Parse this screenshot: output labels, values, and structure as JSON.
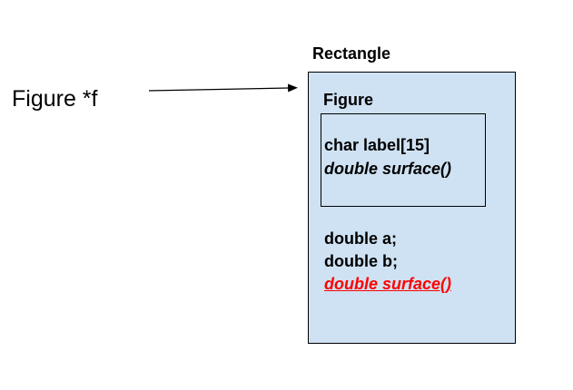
{
  "pointer": {
    "label": "Figure *f"
  },
  "outer_class": {
    "name": "Rectangle",
    "fill_color": "#cfe2f3",
    "members": [
      "double a;",
      "double b;",
      "double surface()"
    ],
    "override_color": "#ff0000"
  },
  "inner_class": {
    "name": "Figure",
    "members": [
      "char label[15]",
      "double surface()"
    ]
  }
}
